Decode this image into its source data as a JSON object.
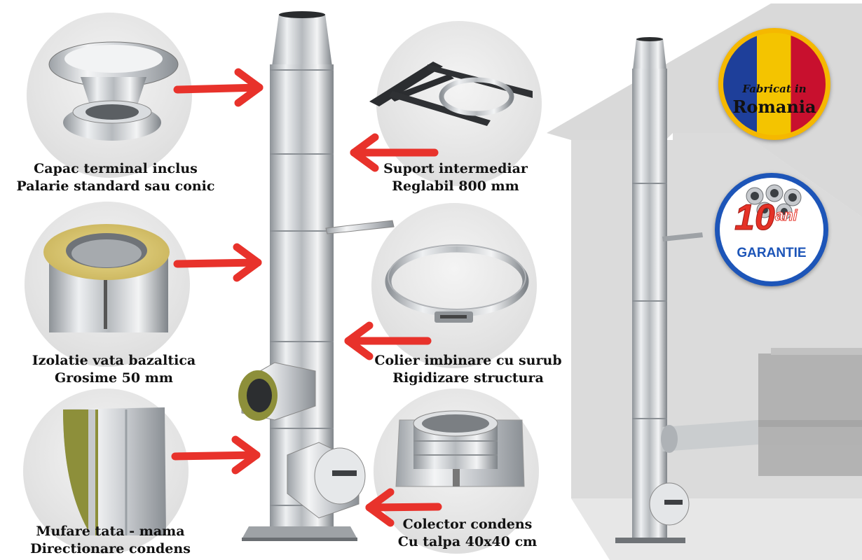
{
  "features": [
    {
      "line1": "Capac terminal inclus",
      "line2": "Palarie standard sau conic"
    },
    {
      "line1": "Izolatie vata bazaltica",
      "line2": "Grosime 50 mm"
    },
    {
      "line1": "Mufare tata - mama",
      "line2": "Directionare condens"
    },
    {
      "line1": "Suport intermediar",
      "line2": "Reglabil 800 mm"
    },
    {
      "line1": "Colier imbinare cu surub",
      "line2": "Rigidizare structura"
    },
    {
      "line1": "Colector condens",
      "line2": "Cu talpa 40x40 cm"
    }
  ],
  "badges": {
    "origin_line1": "Fabricat in",
    "origin_line2": "Romania",
    "warranty_number": "10",
    "warranty_unit": "ani",
    "warranty_label": "GARANTIE"
  },
  "colors": {
    "arrow": "#e8322b",
    "steel": "#c9ccd0",
    "bubble": "#e4e4e4",
    "house": "#b7b7b7"
  }
}
